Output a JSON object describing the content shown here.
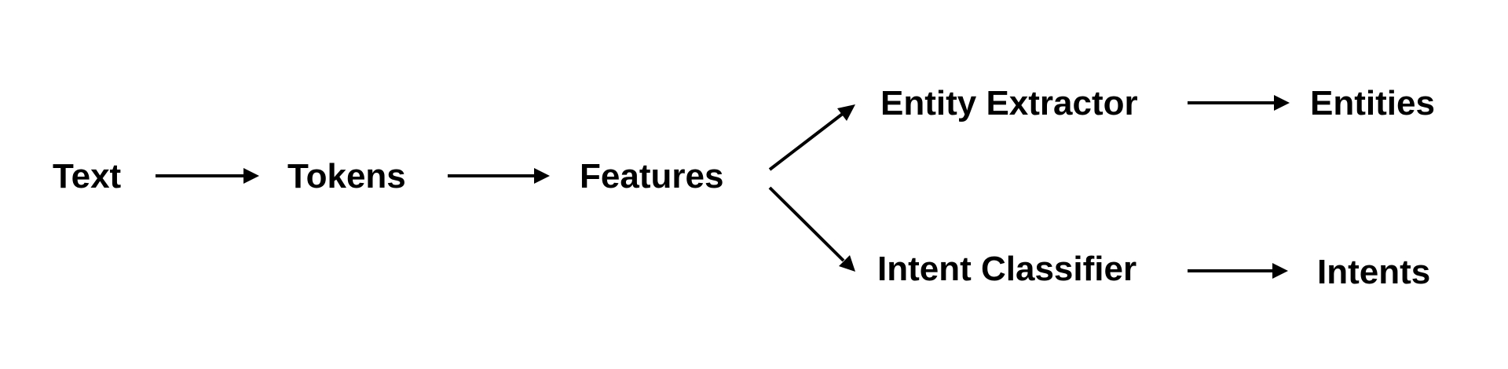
{
  "nodes": {
    "text": "Text",
    "tokens": "Tokens",
    "features": "Features",
    "entity_extractor": "Entity Extractor",
    "intent_classifier": "Intent Classifier",
    "entities": "Entities",
    "intents": "Intents"
  },
  "edges": [
    {
      "from": "Text",
      "to": "Tokens"
    },
    {
      "from": "Tokens",
      "to": "Features"
    },
    {
      "from": "Features",
      "to": "Entity Extractor"
    },
    {
      "from": "Features",
      "to": "Intent Classifier"
    },
    {
      "from": "Entity Extractor",
      "to": "Entities"
    },
    {
      "from": "Intent Classifier",
      "to": "Intents"
    }
  ],
  "colors": {
    "text": "#000000",
    "arrow": "#000000",
    "background": "#ffffff"
  }
}
